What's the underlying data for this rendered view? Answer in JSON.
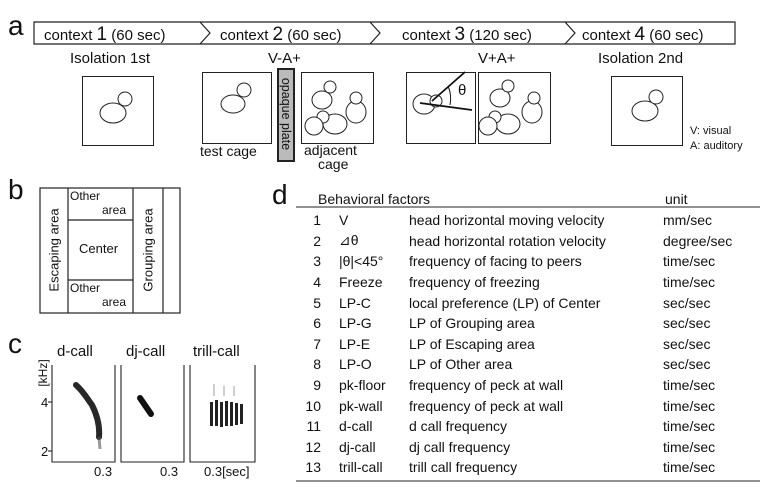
{
  "panel_a": {
    "letter": "a",
    "contexts": [
      {
        "word": "context",
        "num": "1",
        "dur": "(60 sec)"
      },
      {
        "word": "context",
        "num": "2",
        "dur": "(60 sec)"
      },
      {
        "word": "context",
        "num": "3",
        "dur": "(120 sec)"
      },
      {
        "word": "context",
        "num": "4",
        "dur": "(60 sec)"
      }
    ],
    "isolation_1": "Isolation 1st",
    "condition_2": "V-A+",
    "condition_3": "V+A+",
    "isolation_2": "Isolation 2nd",
    "opaque_plate": "opaque plate",
    "test_cage": "test cage",
    "adjacent_cage_1": "adjacent",
    "adjacent_cage_2": "cage",
    "theta": "θ",
    "legend_v": "V: visual",
    "legend_a": "A: auditory"
  },
  "panel_b": {
    "letter": "b",
    "escaping": "Escaping area",
    "grouping": "Grouping area",
    "center": "Center",
    "other_1": "Other",
    "area_1": "area",
    "other_2": "Other",
    "area_2": "area"
  },
  "panel_c": {
    "letter": "c",
    "ylabel": "[kHz]",
    "y_ticks": [
      "4",
      "2"
    ],
    "calls": [
      {
        "title": "d-call",
        "tick": "0.3"
      },
      {
        "title": "dj-call",
        "tick": "0.3"
      },
      {
        "title": "trill-call",
        "tick": "0.3[sec]"
      }
    ]
  },
  "panel_d": {
    "letter": "d",
    "header_factor": "Behavioral factors",
    "header_unit": "unit",
    "rows": [
      {
        "n": "1",
        "abbr": "V",
        "desc": "head horizontal moving velocity",
        "unit": "mm/sec"
      },
      {
        "n": "2",
        "abbr": "⊿θ",
        "desc": "head horizontal rotation velocity",
        "unit": "degree/sec"
      },
      {
        "n": "3",
        "abbr": "|θ|<45°",
        "desc": "frequency of facing to peers",
        "unit": "time/sec"
      },
      {
        "n": "4",
        "abbr": "Freeze",
        "desc": "frequency of freezing",
        "unit": "time/sec"
      },
      {
        "n": "5",
        "abbr": "LP-C",
        "desc": "local preference (LP) of Center",
        "unit": "sec/sec"
      },
      {
        "n": "6",
        "abbr": "LP-G",
        "desc": "LP of Grouping area",
        "unit": "sec/sec"
      },
      {
        "n": "7",
        "abbr": "LP-E",
        "desc": "LP of Escaping area",
        "unit": "sec/sec"
      },
      {
        "n": "8",
        "abbr": "LP-O",
        "desc": "LP of Other area",
        "unit": "sec/sec"
      },
      {
        "n": "9",
        "abbr": "pk-floor",
        "desc": "frequency of peck at wall",
        "unit": "time/sec"
      },
      {
        "n": "10",
        "abbr": "pk-wall",
        "desc": "frequency of peck at wall",
        "unit": "time/sec"
      },
      {
        "n": "11",
        "abbr": "d-call",
        "desc": "d call frequency",
        "unit": "time/sec"
      },
      {
        "n": "12",
        "abbr": "dj-call",
        "desc": "dj call frequency",
        "unit": "time/sec"
      },
      {
        "n": "13",
        "abbr": "trill-call",
        "desc": "trill call frequency",
        "unit": "time/sec"
      }
    ]
  }
}
